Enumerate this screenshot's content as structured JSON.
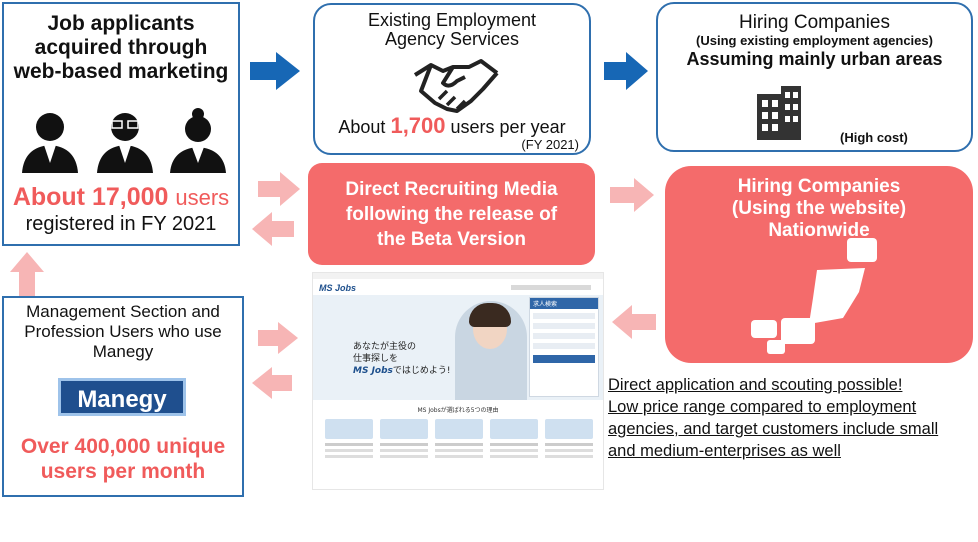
{
  "applicants": {
    "title_lines": [
      "Job applicants",
      "acquired through",
      "web-based marketing"
    ],
    "count_big": "About 17,000",
    "count_unit": "users",
    "count_line2": "registered in FY 2021"
  },
  "agency": {
    "title_lines": [
      "Existing Employment",
      "Agency Services"
    ],
    "users_prefix": "About",
    "users_big": "1,700",
    "users_suffix": "users per year",
    "year": "(FY 2021)"
  },
  "hiring_agency": {
    "title": "Hiring Companies",
    "subtitle": "(Using existing employment agencies)",
    "area": "Assuming mainly urban areas",
    "cost": "(High cost)"
  },
  "direct_media": {
    "lines": [
      "Direct Recruiting Media",
      "following the release of",
      "the Beta Version"
    ]
  },
  "hiring_web": {
    "lines": [
      "Hiring Companies",
      "(Using the website)",
      "Nationwide"
    ]
  },
  "manegy": {
    "lines": [
      "Management Section and",
      "Profession Users who use",
      "Manegy"
    ],
    "logo_text": "Manegy",
    "unique_lines": [
      "Over 400,000 unique",
      "users per month"
    ]
  },
  "benefits": {
    "lines": [
      "Direct application and scouting possible!",
      "Low price range compared to employment",
      "agencies, and target customers include small",
      "and medium-enterprises as well"
    ]
  },
  "screenshot": {
    "logo": "MS Jobs",
    "hero_text_lines": [
      "あなたが主役の",
      "仕事探しを"
    ],
    "hero_brand": "MS Jobs",
    "hero_tail": "ではじめよう!",
    "section_title": "MS Jobsが選ばれる5つの理由",
    "search_header": "求人検索"
  },
  "colors": {
    "blue_border": "#2f6fae",
    "salmon": "#f46b6b",
    "arrow_blue": "#1767b5",
    "arrow_pink": "#f7b5b5"
  }
}
